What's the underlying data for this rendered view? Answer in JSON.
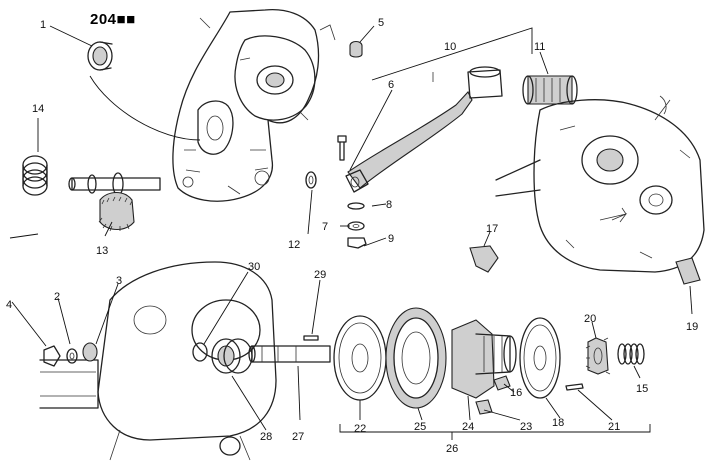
{
  "diagram": {
    "title": "204■■",
    "callouts": [
      "1",
      "2",
      "3",
      "4",
      "5",
      "6",
      "7",
      "8",
      "9",
      "10",
      "11",
      "12",
      "13",
      "14",
      "15",
      "16",
      "17",
      "18",
      "19",
      "20",
      "21",
      "22",
      "23",
      "24",
      "25",
      "26",
      "27",
      "28",
      "29",
      "30"
    ]
  }
}
